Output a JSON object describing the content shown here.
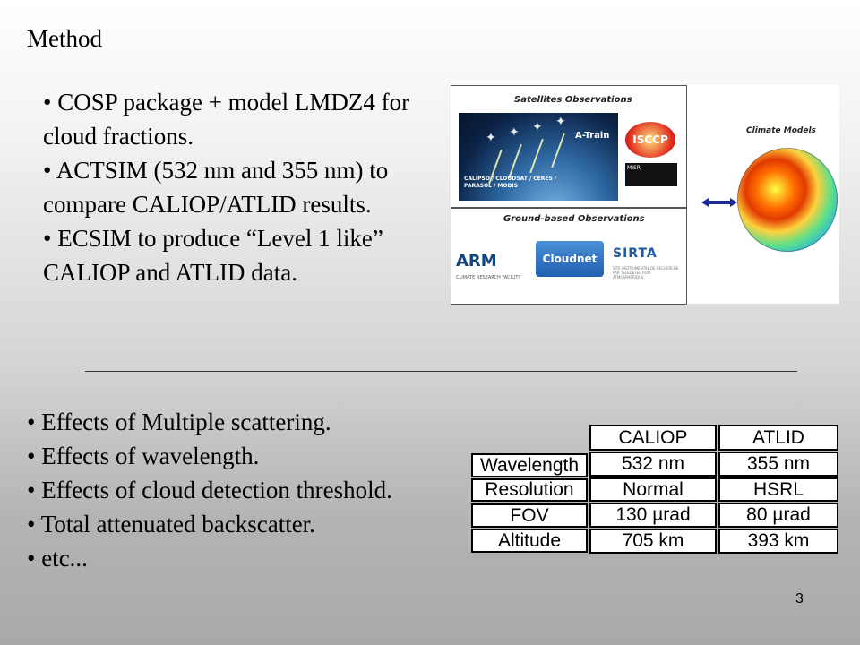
{
  "title": "Method",
  "bullets_top": [
    "• COSP package + model LMDZ4 for cloud fractions.",
    "• ACTSIM (532 nm and 355 nm) to compare CALIOP/ATLID results.",
    "• ECSIM to produce “Level 1 like” CALIOP and ATLID data."
  ],
  "bullets_bottom": [
    "• Effects of Multiple scattering.",
    "• Effects of wavelength.",
    "• Effects of cloud detection threshold.",
    "• Total attenuated backscatter.",
    "• etc..."
  ],
  "figure": {
    "sat_title": "Satellites Observations",
    "atrain_label": "A-Train",
    "sat_caption": "CALIPSO / CLOUDSAT / CERES / PARASOL / MODIS",
    "isccp": "ISCCP",
    "misr": "MISR",
    "ground_title": "Ground-based Observations",
    "arm": "ARM",
    "arm_sub": "CLIMATE RESEARCH FACILITY",
    "cloudnet": "Cloudnet",
    "sirta": "SIRTA",
    "sirta_sub": "SITE INSTRUMENTAL DE RECHERCHE PAR TELEDETECTION ATMOSPHERIQUE",
    "models_title": "Climate Models"
  },
  "table": {
    "headers": [
      "CALIOP",
      "ATLID"
    ],
    "rows": [
      {
        "label": "Wavelength",
        "caliop": "532 nm",
        "atlid": "355 nm"
      },
      {
        "label": "Resolution",
        "caliop": "Normal",
        "atlid": "HSRL"
      },
      {
        "label": "FOV",
        "caliop": "130 µrad",
        "atlid": "80 µrad"
      },
      {
        "label": "Altitude",
        "caliop": "705 km",
        "atlid": "393 km"
      }
    ]
  },
  "slide_number": "3"
}
